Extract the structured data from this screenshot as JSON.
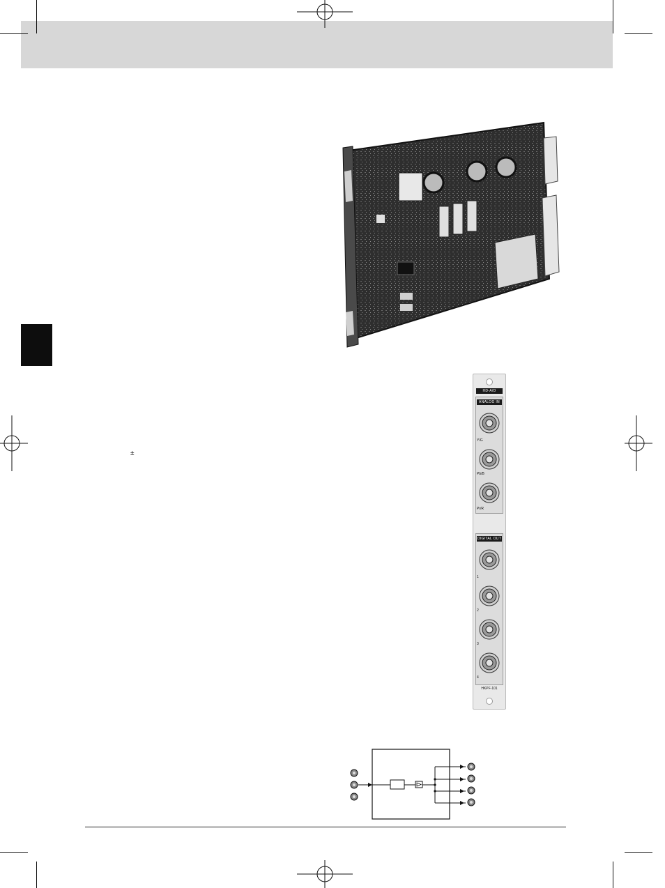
{
  "page": {
    "symbol_text": "±"
  },
  "panel": {
    "title": "HD-A/D",
    "analog_section_title": "ANALOG IN",
    "analog_inputs": [
      "Y/G",
      "Pb/B",
      "Pr/R"
    ],
    "digital_section_title": "DIGITAL OUT",
    "digital_outputs": [
      "1",
      "2",
      "3",
      "4"
    ],
    "model": "HKPF-101"
  },
  "colors": {
    "header_band": "#d7d7d7",
    "side_tab": "#0d0d0d",
    "board_pcb": "#2b2b2b"
  }
}
